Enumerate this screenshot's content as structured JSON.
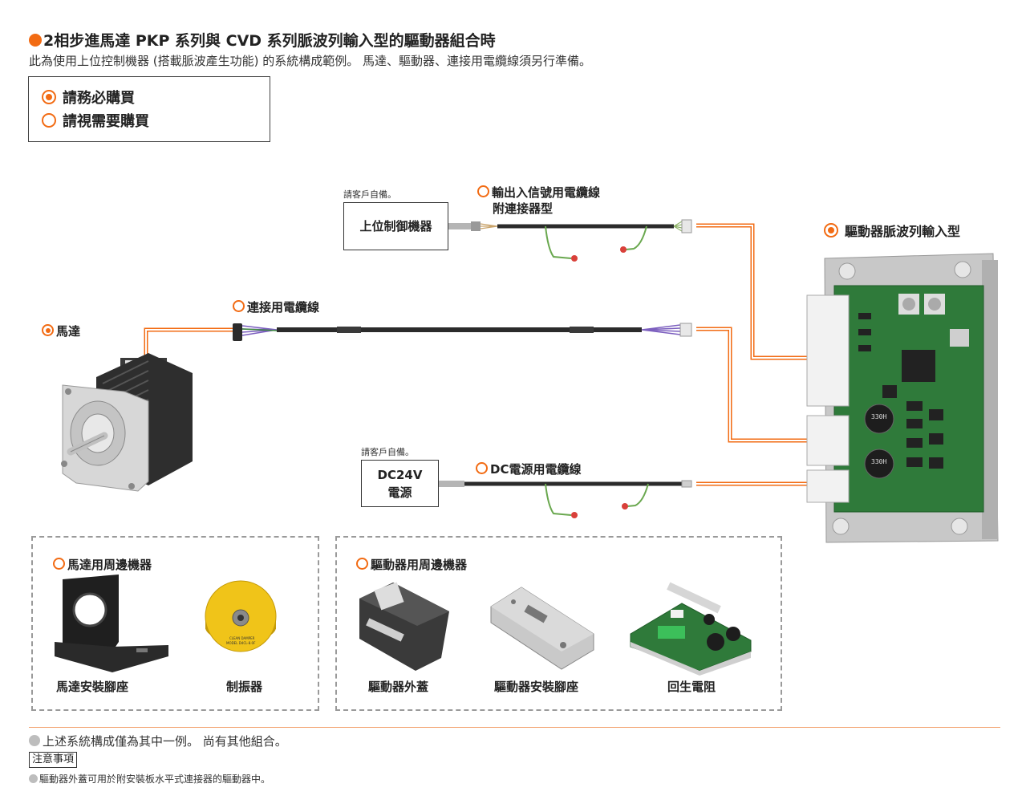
{
  "header": {
    "title": "2相步進馬達 PKP 系列與 CVD 系列脈波列輸入型的驅動器組合時",
    "subtitle": "此為使用上位控制機器 (搭載脈波產生功能) 的系統構成範例。 馬達、驅動器、連接用電纜線須另行準備。"
  },
  "legend": {
    "required": "請務必購買",
    "optional": "請視需要購買"
  },
  "components": {
    "host_note": "請客戶自備。",
    "host_box": "上位制御機器",
    "io_cable_line1": "輸出入信號用電纜線",
    "io_cable_line2": "附連接器型",
    "driver": "驅動器脈波列輸入型",
    "connection_cable": "連接用電纜線",
    "motor": "馬達",
    "power_note": "請客戶自備。",
    "power_line1": "DC24V",
    "power_line2": "電源",
    "power_cable": "DC電源用電纜線"
  },
  "motor_peripherals": {
    "title": "馬達用周邊機器",
    "items": [
      "馬達安裝腳座",
      "制振器"
    ],
    "damper_print": [
      "CLEAN DAMPER",
      "MODEL D4CL-8.0F"
    ]
  },
  "driver_peripherals": {
    "title": "驅動器用周邊機器",
    "items": [
      "驅動器外蓋",
      "驅動器安裝腳座",
      "回生電阻"
    ]
  },
  "footer": {
    "note": "上述系統構成僅為其中一例。 尚有其他組合。",
    "caution_label": "注意事項",
    "caution_text": "驅動器外蓋可用於附安裝板水平式連接器的驅動器中。"
  },
  "colors": {
    "accent": "#f26b13",
    "cable": "#2b2b2b",
    "ground_wire": "#6aa84f",
    "pcb": "#2f7a3a",
    "dashed_border": "#9a9a9a"
  }
}
